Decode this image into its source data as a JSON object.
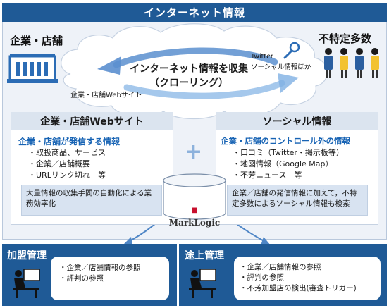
{
  "header": {
    "title": "インターネット情報"
  },
  "left_actor": {
    "label": "企業・店舗"
  },
  "right_actor": {
    "label": "不特定多数"
  },
  "cloud": {
    "title": "インターネット情報を収集",
    "subtitle": "（クローリング）",
    "left_caption": "企業・店舗Webサイト",
    "right_caption_1": "Twitter",
    "right_caption_2": "ソーシャル情報ほか"
  },
  "left_panel": {
    "title": "企業・店舗Webサイト",
    "subhead": "企業・店舗が発信する情報",
    "items": [
      "・取扱商品、サービス",
      "・企業／店舗概要",
      "・URLリンク切れ　等"
    ],
    "note": "大量情報の収集手間の自動化による業務効率化"
  },
  "right_panel": {
    "title": "ソーシャル情報",
    "subhead": "企業・店舗のコントロール外の情報",
    "items": [
      "・口コミ（Twitter・掲示板等）",
      "・地図情報（Google Map）",
      "・不芳ニュース　等"
    ],
    "note": "企業／店舗の発信情報に加えて，不特定多数によるソーシャル情報も検索"
  },
  "center": {
    "plus": "+",
    "logo": "MarkLogic"
  },
  "bottom_left": {
    "title": "加盟管理",
    "items": [
      "・企業／店舗情報の参照",
      "・評判の参照"
    ]
  },
  "bottom_right": {
    "title": "途上管理",
    "items": [
      "・企業／店舗情報の参照",
      "・評判の参照",
      "・不芳加盟店の検出(審査トリガー)"
    ]
  },
  "colors": {
    "header": "#1f5a96",
    "accent": "#1763b4",
    "logo_red": "#c8102e"
  }
}
